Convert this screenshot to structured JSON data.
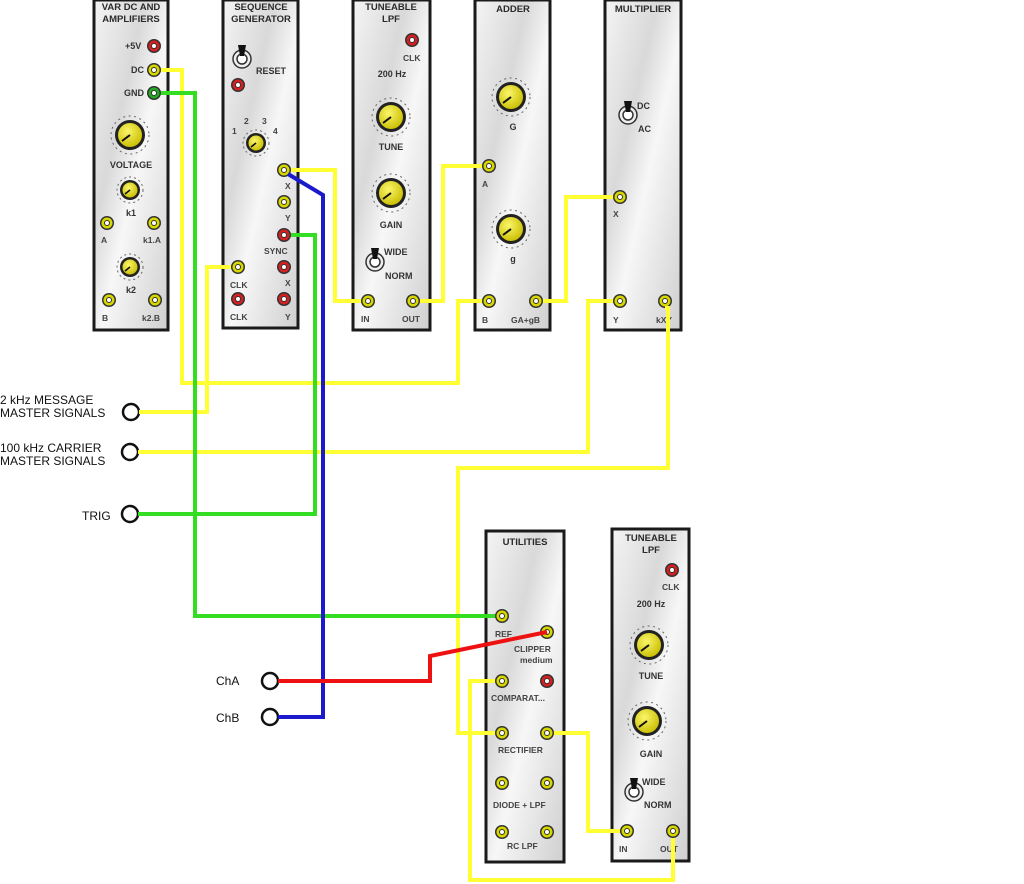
{
  "modules": {
    "var_dc": {
      "title_line1": "VAR DC AND",
      "title_line2": "AMPLIFIERS",
      "plus5v": "+5V",
      "dc": "DC",
      "gnd": "GND",
      "voltage": "VOLTAGE",
      "k1": "k1",
      "a": "A",
      "k1a": "k1.A",
      "k2": "k2",
      "b": "B",
      "k2b": "k2.B"
    },
    "seq_gen": {
      "title_line1": "SEQUENCE",
      "title_line2": "GENERATOR",
      "reset": "RESET",
      "dial_1": "1",
      "dial_2": "2",
      "dial_3": "3",
      "dial_4": "4",
      "x": "X",
      "y": "Y",
      "sync": "SYNC",
      "x2": "X",
      "y2": "Y",
      "clk_in": "CLK",
      "clk_out": "CLK"
    },
    "lpf_top": {
      "title_line1": "TUNEABLE",
      "title_line2": "LPF",
      "clk": "CLK",
      "freq": "200 Hz",
      "tune": "TUNE",
      "gain": "GAIN",
      "wide": "WIDE",
      "norm": "NORM",
      "in": "IN",
      "out": "OUT"
    },
    "adder": {
      "title": "ADDER",
      "G": "G",
      "A": "A",
      "g": "g",
      "B": "B",
      "out": "GA+gB"
    },
    "multiplier": {
      "title": "MULTIPLIER",
      "dc": "DC",
      "ac": "AC",
      "x": "X",
      "y": "Y",
      "out": "kXY"
    },
    "utilities": {
      "title": "UTILITIES",
      "ref": "REF",
      "clipper": "CLIPPER",
      "medium": "medium",
      "comparator": "COMPARAT...",
      "rectifier": "RECTIFIER",
      "diode_lpf": "DIODE + LPF",
      "rc_lpf": "RC LPF"
    },
    "lpf_bottom": {
      "title_line1": "TUNEABLE",
      "title_line2": "LPF",
      "clk": "CLK",
      "freq": "200 Hz",
      "tune": "TUNE",
      "gain": "GAIN",
      "wide": "WIDE",
      "norm": "NORM",
      "in": "IN",
      "out": "OUT"
    }
  },
  "external": {
    "message_line1": "2 kHz MESSAGE",
    "message_line2": "MASTER SIGNALS",
    "carrier_line1": "100 kHz CARRIER",
    "carrier_line2": "MASTER SIGNALS",
    "trig": "TRIG",
    "cha": "ChA",
    "chb": "ChB"
  },
  "colors": {
    "wire_yellow": "#ffff33",
    "wire_green": "#33dd22",
    "wire_blue": "#1a1acc",
    "wire_red": "#ee1111",
    "knob_yellow": "#e8e000",
    "socket_yellow": "#d8d800",
    "socket_red": "#d42020",
    "socket_green": "#22aa22"
  }
}
